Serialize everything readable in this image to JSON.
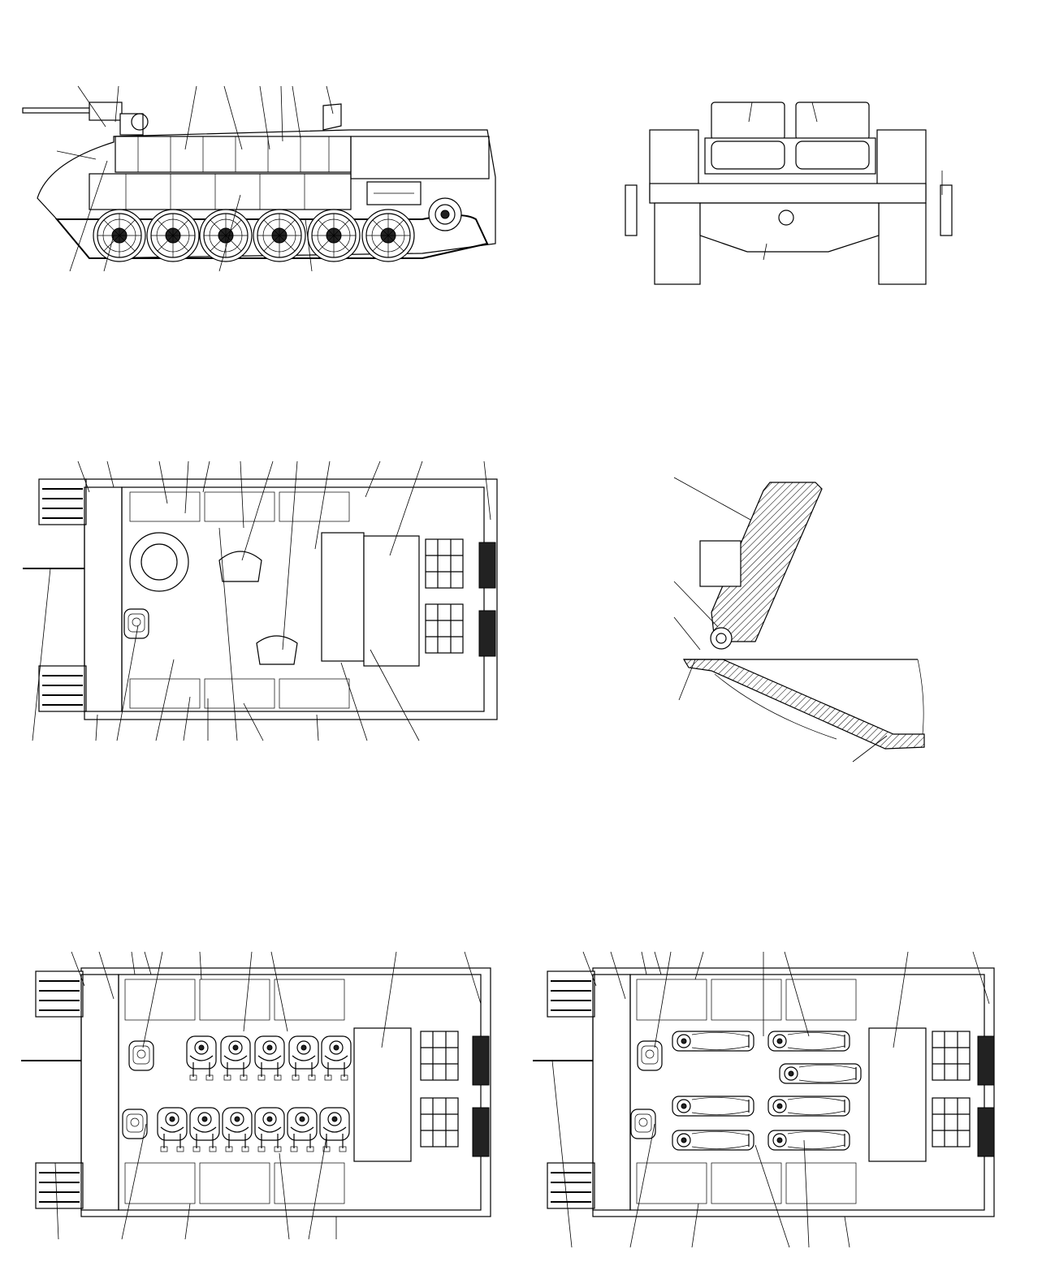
{
  "figure": {
    "views": [
      {
        "id": "side-view"
      },
      {
        "id": "rear-view"
      },
      {
        "id": "top-view-empty"
      },
      {
        "id": "ramp-section"
      },
      {
        "id": "top-view-seated-forward"
      },
      {
        "id": "top-view-seated-stretchers"
      }
    ],
    "callout_label_text": []
  }
}
